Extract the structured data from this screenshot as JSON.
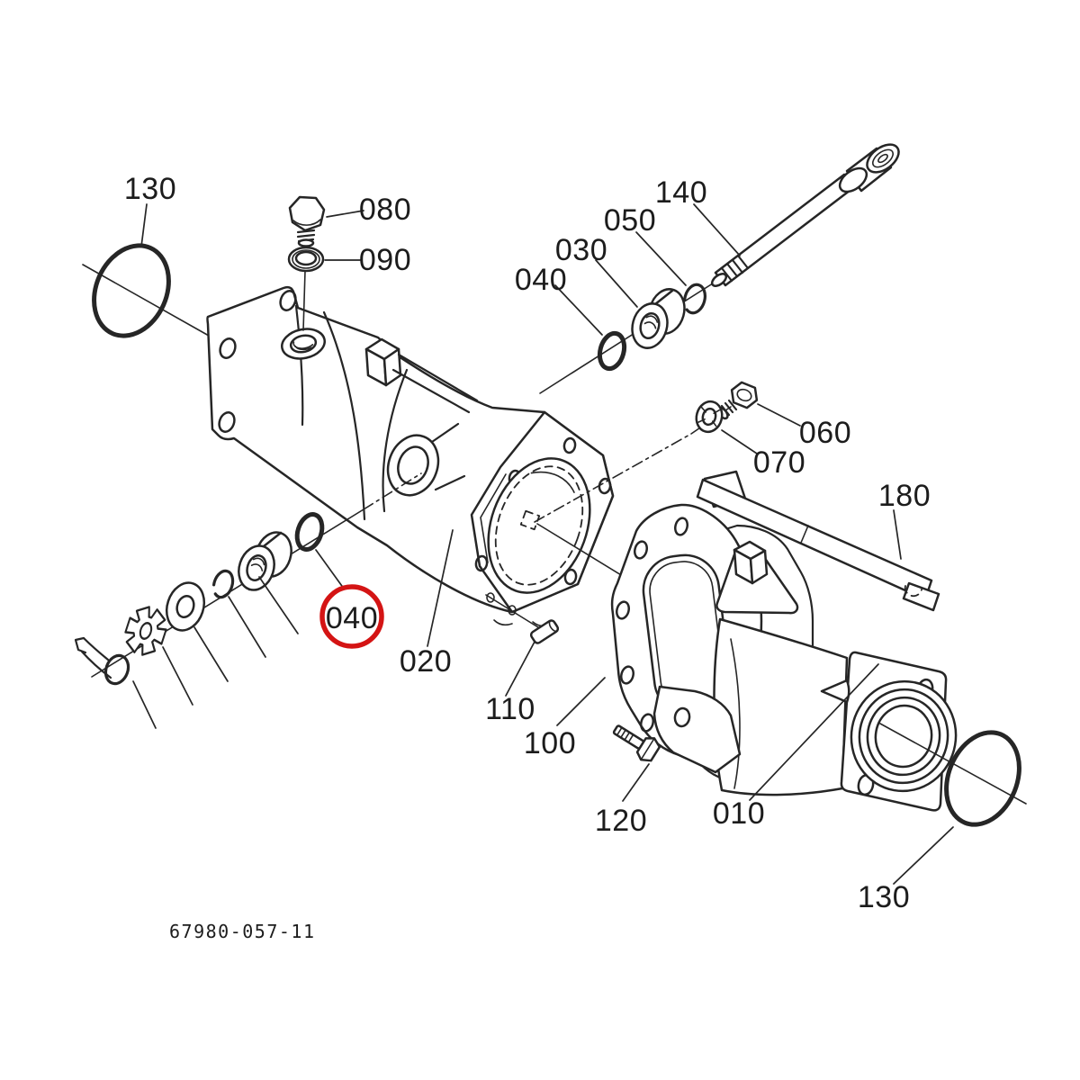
{
  "diagram": {
    "type": "exploded-parts-diagram",
    "drawing_number": "67980-057-11",
    "background_color": "#ffffff",
    "line_color": "#262626",
    "text_color": "#1c1c1c",
    "highlight_color": "#d41414",
    "highlighted_part": "040",
    "labels": [
      {
        "text": "130",
        "position": "top-left"
      },
      {
        "text": "080",
        "position": "top-center"
      },
      {
        "text": "090",
        "position": "top-center-below-080"
      },
      {
        "text": "040",
        "position": "upper-middle-chain"
      },
      {
        "text": "030",
        "position": "upper-middle-chain"
      },
      {
        "text": "050",
        "position": "upper-middle-chain"
      },
      {
        "text": "140",
        "position": "upper-right-shaft"
      },
      {
        "text": "060",
        "position": "middle-right"
      },
      {
        "text": "070",
        "position": "middle-right"
      },
      {
        "text": "180",
        "position": "right-lever"
      },
      {
        "text": "020",
        "position": "center-housing"
      },
      {
        "text": "110",
        "position": "center-pin"
      },
      {
        "text": "100",
        "position": "center-gasket"
      },
      {
        "text": "120",
        "position": "bottom-center-bolt"
      },
      {
        "text": "010",
        "position": "bottom-right-housing"
      },
      {
        "text": "130",
        "position": "bottom-right-oring"
      },
      {
        "text": "040",
        "position": "left-chain-highlighted",
        "highlighted": true
      }
    ]
  }
}
